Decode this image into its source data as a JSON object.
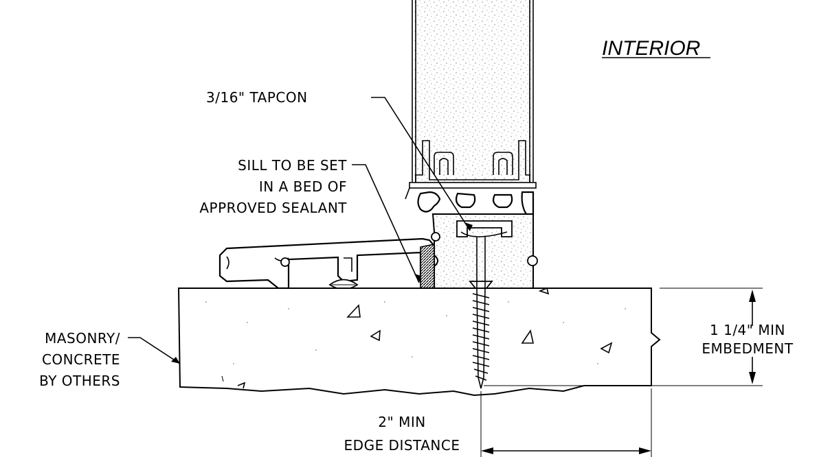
{
  "labels": {
    "interior": "INTERIOR",
    "tapcon": "3/16\" TAPCON",
    "sill_line1": "SILL TO BE SET",
    "sill_line2": "IN A BED OF",
    "sill_line3": "APPROVED SEALANT",
    "masonry_line1": "MASONRY/",
    "masonry_line2": "CONCRETE",
    "masonry_line3": "BY OTHERS",
    "embed_line1": "1 1/4\" MIN",
    "embed_line2": "EMBEDMENT",
    "edge_line1": "2\" MIN",
    "edge_line2": "EDGE DISTANCE"
  }
}
